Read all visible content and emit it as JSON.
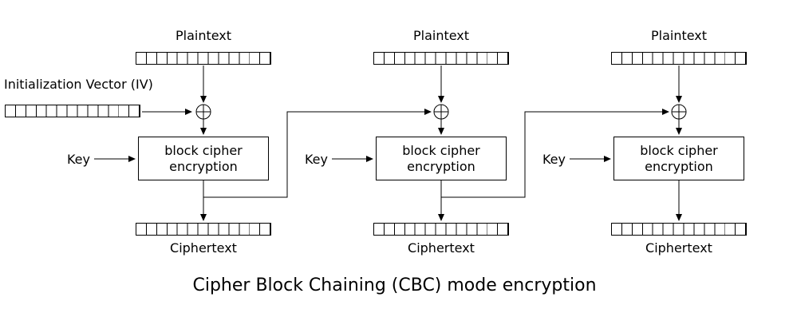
{
  "title": "Cipher Block Chaining (CBC) mode encryption",
  "colors": {
    "stroke": "#000000",
    "background": "#ffffff"
  },
  "iv": {
    "label": "Initialization Vector (IV)",
    "register_cells": 13
  },
  "register_cells": 13,
  "blocks": [
    {
      "plaintext_label": "Plaintext",
      "key_label": "Key",
      "box_line1": "block cipher",
      "box_line2": "encryption",
      "ciphertext_label": "Ciphertext"
    },
    {
      "plaintext_label": "Plaintext",
      "key_label": "Key",
      "box_line1": "block cipher",
      "box_line2": "encryption",
      "ciphertext_label": "Ciphertext"
    },
    {
      "plaintext_label": "Plaintext",
      "key_label": "Key",
      "box_line1": "block cipher",
      "box_line2": "encryption",
      "ciphertext_label": "Ciphertext"
    }
  ]
}
